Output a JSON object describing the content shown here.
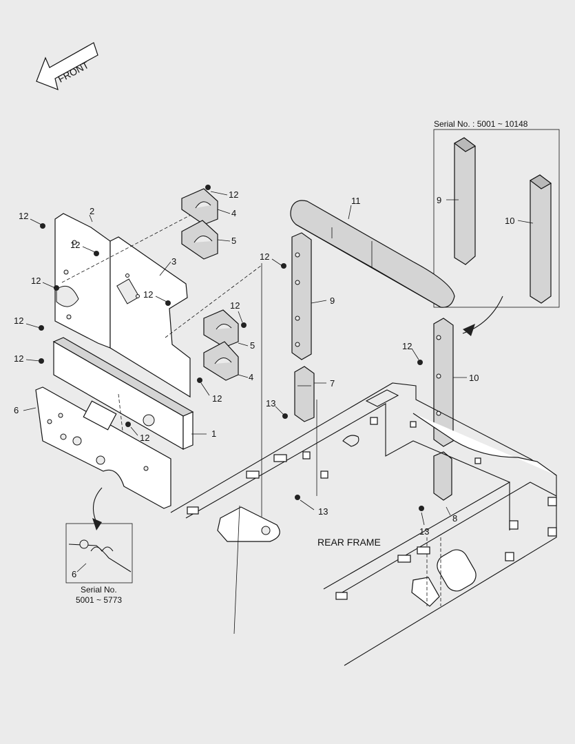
{
  "front_arrow": {
    "label": "FRONT"
  },
  "inset_right": {
    "title": "Serial No. : 5001 ~ 10148",
    "callouts": [
      "9",
      "10"
    ]
  },
  "inset_left": {
    "line1": "Serial No.",
    "line2": "5001 ~ 5773",
    "callout": "6"
  },
  "frame_label": "REAR FRAME",
  "callouts": {
    "p12_a": "12",
    "p12_b": "12",
    "p12_c": "12",
    "p12_d": "12",
    "p12_e": "12",
    "p12_f": "12",
    "p12_g": "12",
    "p12_h": "12",
    "p12_i": "12",
    "p12_j": "12",
    "p12_k": "12",
    "p12_l": "12",
    "p1": "1",
    "p2": "2",
    "p3": "3",
    "p4_top": "4",
    "p4_mid": "4",
    "p5_top": "5",
    "p5_mid": "5",
    "p6": "6",
    "p7": "7",
    "p8": "8",
    "p9": "9",
    "p10": "10",
    "p11": "11",
    "p13_a": "13",
    "p13_b": "13",
    "p13_c": "13"
  }
}
